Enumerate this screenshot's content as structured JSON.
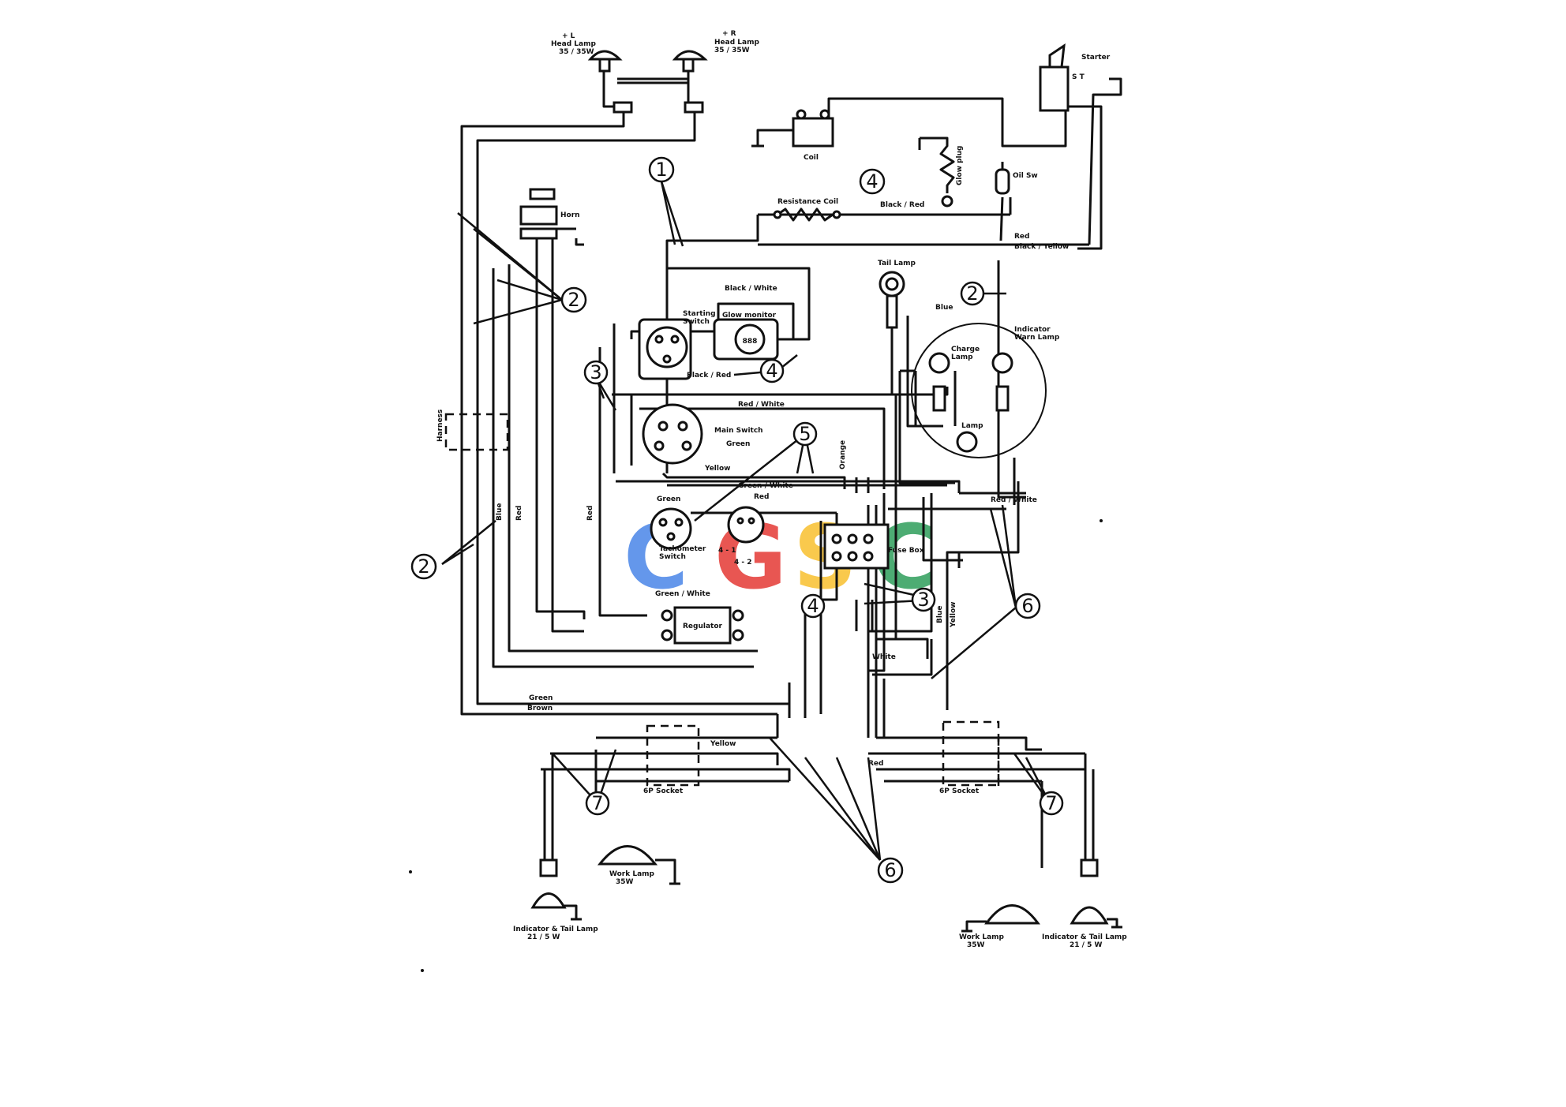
{
  "components": {
    "head_lamp_left": [
      "+ L",
      "Head Lamp",
      "35 / 35W"
    ],
    "head_lamp_right": [
      "+ R",
      "Head Lamp",
      "35 / 35W"
    ],
    "starter": "Starter",
    "starter_terminals": "S T",
    "coil": "Coil",
    "resistance_coil": "Resistance Coil",
    "glow_plug": "Glow plug",
    "oil_pressure_switch": "Oil Sw",
    "tail_lamp": "Tail Lamp",
    "horn": "Horn",
    "starting_switch": [
      "Starting",
      "Switch"
    ],
    "glow_monitor": "Glow monitor",
    "indicator_panel": [
      "Indicator",
      "Warn Lamp"
    ],
    "charge_lamp": [
      "Charge",
      "Lamp"
    ],
    "lamp": "Lamp",
    "main_switch": "Main Switch",
    "tachometer_switch": [
      "Tachometer",
      "Switch"
    ],
    "fuse_box": "Fuse Box",
    "regulator": "Regulator",
    "switch_4_1": "4 - 1",
    "switch_4_2": "4 - 2",
    "socket_left": "6P Socket",
    "socket_right": "6P Socket",
    "work_lamp_left": [
      "Work Lamp",
      "35W"
    ],
    "work_lamp_right": [
      "Work Lamp",
      "35W"
    ],
    "indicator_tail_left": [
      "Indicator & Tail Lamp",
      "21 / 5 W"
    ],
    "indicator_tail_right": [
      "Indicator & Tail Lamp",
      "21 / 5 W"
    ],
    "connector_label": "Harness"
  },
  "wire_labels": {
    "black_red": "Black / Red",
    "black_yellow": "Black / Yellow",
    "red": "Red",
    "red_right": "Red",
    "red_bottom": "Red",
    "blue": "Blue",
    "black_white": "Black / White",
    "black_red_lower": "Black / Red",
    "red_white": "Red / White",
    "red_white_right": "Red / White",
    "green": "Green",
    "green_white": "Green / White",
    "green_white_low": "Green / White",
    "green_long": "Green",
    "brown": "Brown",
    "yellow": "Yellow",
    "yellow_bottom": "Yellow",
    "yellow_right": "Yellow",
    "orange": "Orange",
    "blue_right": "Blue",
    "green_top": "Green",
    "white": "White",
    "red_v": "Red",
    "red_v2": "Red",
    "blue_v": "Blue"
  },
  "callouts": [
    "1",
    "2",
    "2",
    "2",
    "3",
    "3",
    "4",
    "4",
    "4",
    "5",
    "6",
    "6",
    "7",
    "7"
  ],
  "watermark": {
    "letters": [
      "C",
      "G",
      "S",
      "C"
    ],
    "colors": [
      "#4a86e8",
      "#e53935",
      "#f9c02f",
      "#2e9e5b"
    ]
  }
}
